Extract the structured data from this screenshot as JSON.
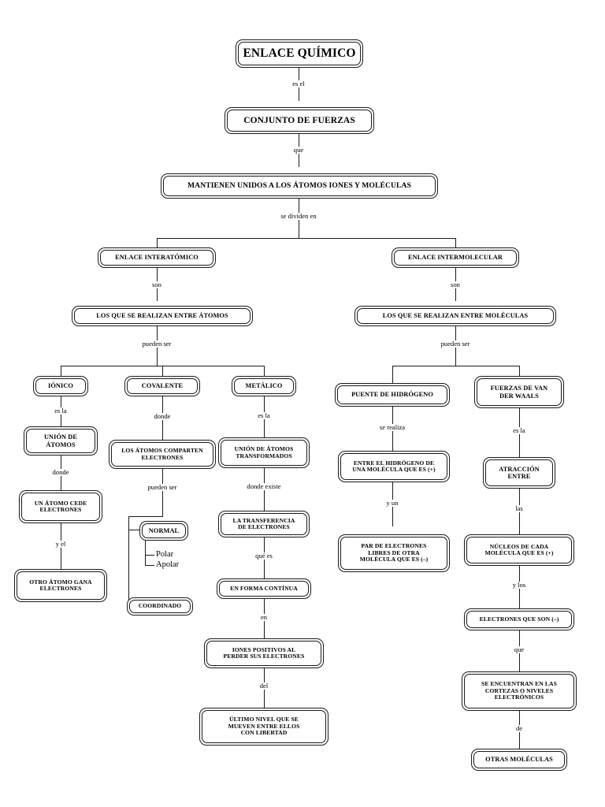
{
  "diagram": {
    "title": "ENLACE QUÍMICO",
    "language": "es",
    "type": "concept-map"
  },
  "nodes": {
    "root": "ENLACE QUÍMICO",
    "conjunto": "CONJUNTO DE FUERZAS",
    "mantienen": "MANTIENEN UNIDOS A LOS ÁTOMOS IONES Y MOLÉCULAS",
    "interatomico": "ENLACE INTERATÓMICO",
    "intermolecular": "ENLACE INTERMOLECULAR",
    "entre_atomos": "LOS QUE SE REALIZAN ENTRE ÁTOMOS",
    "entre_moleculas": "LOS QUE SE REALIZAN ENTRE MOLÉCULAS",
    "ionico": "IÓNICO",
    "covalente": "COVALENTE",
    "metalico": "METÁLICO",
    "union_atomos": "UNIÓN DE\nÁTOMOS",
    "un_atomo_cede": "UN ÁTOMO CEDE\nELECTRONES",
    "otro_atomo_gana": "OTRO ÁTOMO GANA\nELECTRONES",
    "comparten": "LOS ÁTOMOS COMPARTEN\nELECTRONES",
    "normal": "NORMAL",
    "polar": "Polar",
    "apolar": "Apolar",
    "coordinado": "COORDINADO",
    "union_transformados": "UNIÓN DE ÁTOMOS\nTRANSFORMADOS",
    "transferencia": "LA TRANSFERENCIA\nDE ELECTRONES",
    "forma_continua": "EN FORMA CONTÍNUA",
    "iones_positivos": "IONES POSITIVOS AL\nPERDER SUS ELECTRONES",
    "ultimo_nivel": "ÚLTIMO NIVEL QUE SE\nMUEVEN ENTRE ELLOS\nCON LIBERTAD",
    "puente_hidrogeno": "PUENTE DE HIDRÓGENO",
    "van_der_waals": "FUERZAS DE VAN\nDER WAALS",
    "entre_hidrogeno": "ENTRE EL HIDRÓGENO DE\nUNA MOLÉCULA QUE ES (+)",
    "par_electrones": "PAR DE ELECTRONES\nLIBRES DE OTRA\nMOLÉCULA QUE ES (–)",
    "atraccion": "ATRACCIÓN\nENTRE",
    "nucleos": "NÚCLEOS DE CADA\nMOLÉCULA QUE ES (+)",
    "electrones_son": "ELECTRONES QUE SON (–)",
    "cortezas": "SE ENCUENTRAN EN LAS\nCORTEZAS O NIVELES\nELECTRÓNICOS",
    "otras_moleculas": "OTRAS MOLÉCULAS"
  },
  "link_labels": {
    "es_el": "es el",
    "que": "que",
    "se_dividen_en": "se dividen en",
    "son_izq": "son",
    "son_der": "son",
    "pueden_ser_izq": "pueden ser",
    "pueden_ser_der": "pueden ser",
    "es_la_ionico": "es la",
    "donde_ionico": "donde",
    "y_el": "y el",
    "donde_covalente": "donde",
    "pueden_ser_covalente": "pueden ser",
    "es_la_metalico": "es la",
    "donde_existe": "donde existe",
    "que_es": "qué es",
    "en": "en",
    "del": "del",
    "se_realiza": "se realiza",
    "y_un": "y un",
    "es_la_vdw": "es la",
    "las": "las",
    "y_los": "y los",
    "que_vdw": "que",
    "de": "de"
  },
  "colors": {
    "stroke": "#1a1a1a",
    "background": "#ffffff",
    "text": "#000000"
  }
}
